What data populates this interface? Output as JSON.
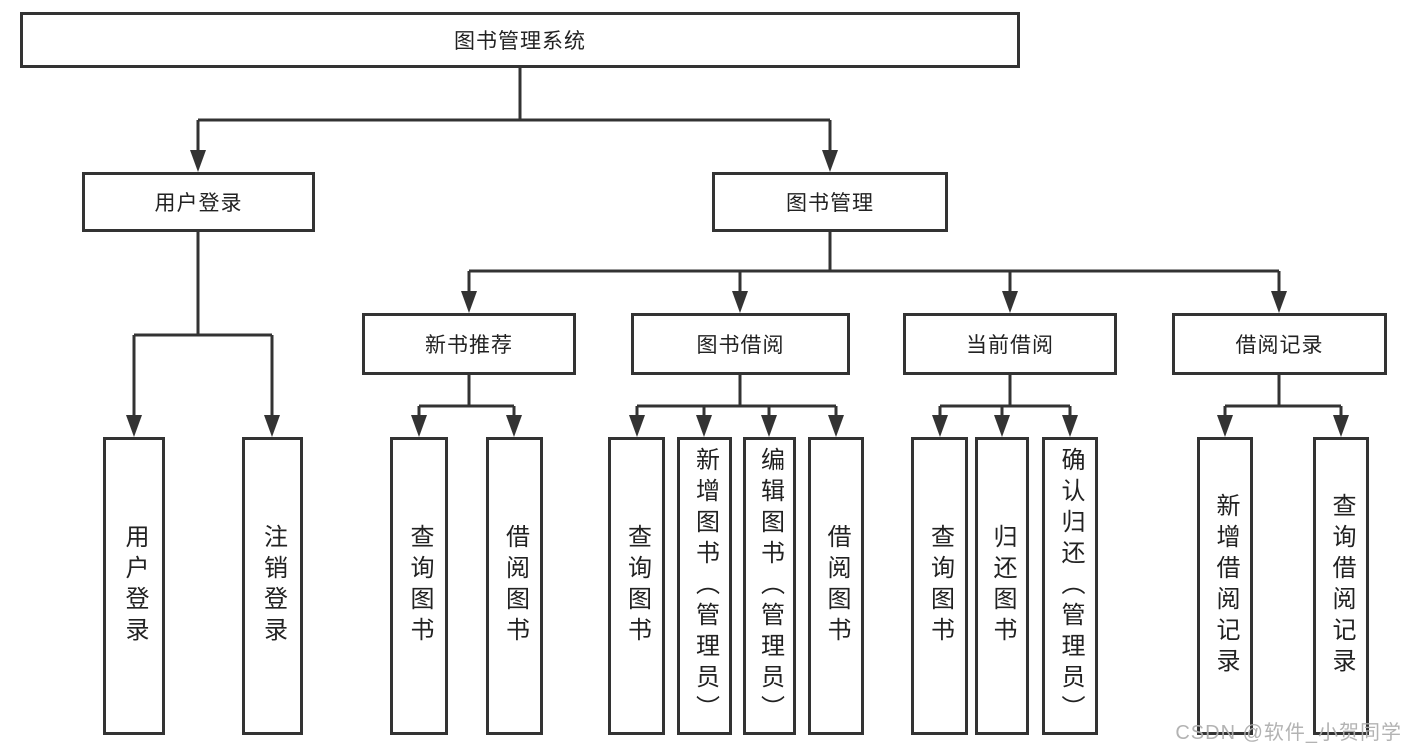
{
  "diagram": {
    "title": "图书管理系统",
    "level2": {
      "user_login": {
        "label": "用户登录"
      },
      "book_mgmt": {
        "label": "图书管理"
      }
    },
    "level3": {
      "new_book_recommend": {
        "label": "新书推荐"
      },
      "book_borrow": {
        "label": "图书借阅"
      },
      "current_borrow": {
        "label": "当前借阅"
      },
      "borrow_record": {
        "label": "借阅记录"
      }
    },
    "leaves": {
      "user_login_leaf": {
        "label": "用户登录"
      },
      "logout": {
        "label": "注销登录"
      },
      "nb_query_books": {
        "label": "查询图书"
      },
      "nb_borrow_books": {
        "label": "借阅图书"
      },
      "bb_query_books": {
        "label": "查询图书"
      },
      "bb_add_books": {
        "label": "新增图书（管理员）"
      },
      "bb_edit_books": {
        "label": "编辑图书（管理员）"
      },
      "bb_borrow_books": {
        "label": "借阅图书"
      },
      "cb_query_books": {
        "label": "查询图书"
      },
      "cb_return_books": {
        "label": "归还图书"
      },
      "cb_confirm_return": {
        "label": "确认归还（管理员）"
      },
      "br_add_record": {
        "label": "新增借阅记录"
      },
      "br_query_record": {
        "label": "查询借阅记录"
      }
    }
  },
  "watermark": {
    "text": "CSDN @软件_小贺同学"
  },
  "colors": {
    "line": "#333333",
    "border": "#333333",
    "text": "#222222",
    "background": "#ffffff",
    "watermark": "#afafaf"
  }
}
